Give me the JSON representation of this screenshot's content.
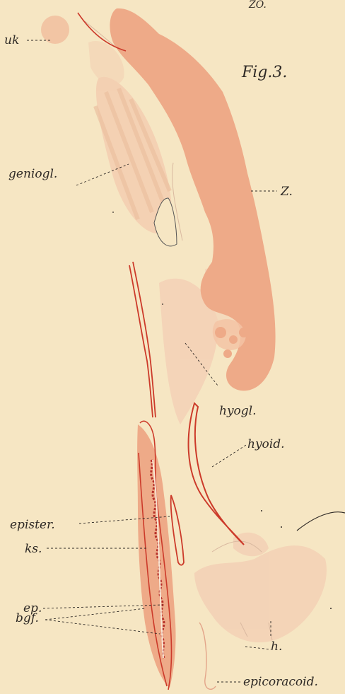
{
  "figure": {
    "header_fragment": "ZO.",
    "title": "Fig.3.",
    "colors": {
      "paper": "#f6e6c3",
      "tissue": "#eeaa88",
      "tissue_light": "#f3c3a5",
      "cartilage_outline": "#cc3a2a",
      "ink": "#2f2a26"
    }
  },
  "labels": {
    "uk": "uk",
    "genioglossus": "geniogl.",
    "z": "Z.",
    "hyoglossus": "hyogl.",
    "hyoid": "hyoid.",
    "episternum": "epister.",
    "ks": "ks.",
    "ep": "ep.",
    "bgf": "bgf.",
    "h": "h.",
    "epicoracoid": "epicoracoid."
  }
}
